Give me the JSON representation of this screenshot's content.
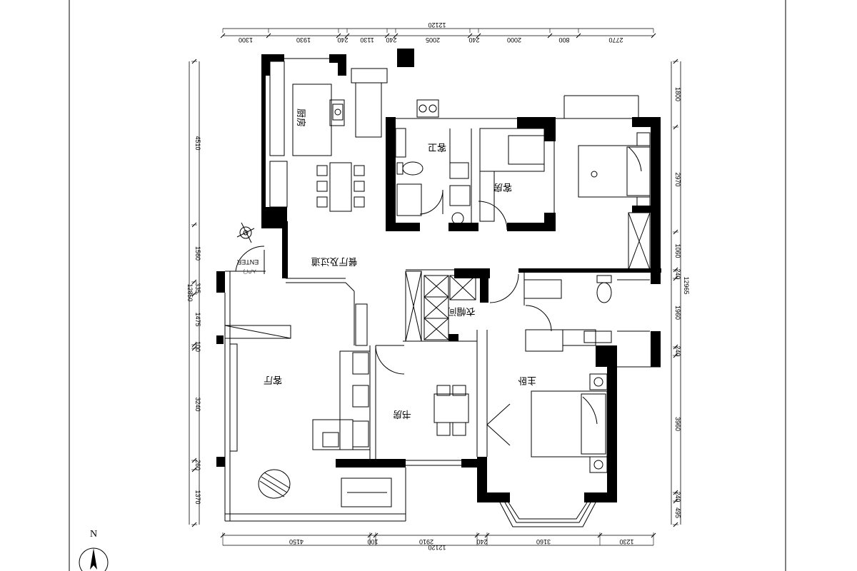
{
  "rooms": {
    "kitchen": "厨房",
    "guest_bath": "客卫",
    "guest_room": "客房",
    "dining_corridor": "餐厅及过道",
    "cloakroom": "衣帽间",
    "living_room": "客厅",
    "study": "书房",
    "master_bedroom": "主卧",
    "entry": "ENTER",
    "entry_door": "入户门"
  },
  "dimensions": {
    "top_overall": "12120",
    "top_segments": [
      "1300",
      "1930",
      "240",
      "1130",
      "240",
      "2005",
      "240",
      "2000",
      "800",
      "2770"
    ],
    "bottom_overall": "12120",
    "bottom_segments": [
      "4150",
      "100",
      "2910",
      "240",
      "3160",
      "1230"
    ],
    "left_overall": "12850",
    "left_segments": [
      "4510",
      "1560",
      "335",
      "1475",
      "100",
      "3240",
      "260",
      "1370"
    ],
    "right_overall": "12965",
    "right_segments": [
      "1800",
      "2970",
      "1060",
      "240",
      "1960",
      "240",
      "3960",
      "240",
      "495"
    ]
  },
  "compass": {
    "label": "N"
  }
}
